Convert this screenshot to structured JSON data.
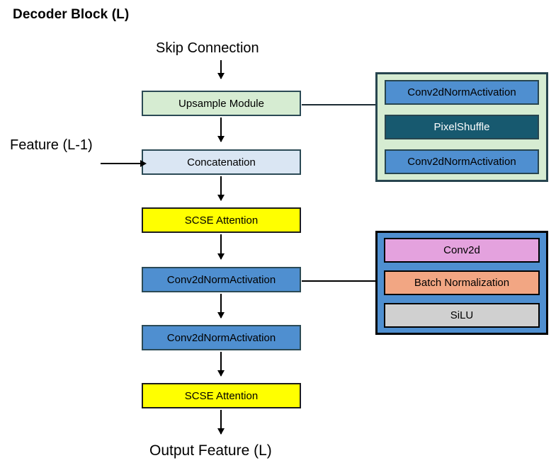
{
  "diagram": {
    "title": "Decoder Block (L)",
    "input_top_label": "Skip Connection",
    "input_side_label": "Feature (L-1)",
    "output_label": "Output Feature (L)"
  },
  "flow": {
    "boxes": [
      {
        "label": "Upsample Module",
        "color": "#d6ecd2",
        "style": "green"
      },
      {
        "label": "Concatenation",
        "color": "#dae6f3",
        "style": "lightblue"
      },
      {
        "label": "SCSE Attention",
        "color": "#ffff00",
        "style": "yellow"
      },
      {
        "label": "Conv2dNormActivation",
        "color": "#4f8fd0",
        "style": "blue"
      },
      {
        "label": "Conv2dNormActivation",
        "color": "#4f8fd0",
        "style": "blue"
      },
      {
        "label": "SCSE Attention",
        "color": "#ffff00",
        "style": "yellow"
      }
    ]
  },
  "details": {
    "upsample": {
      "panel_color": "#d6ecd2",
      "panel_border": "#27454f",
      "items": [
        {
          "label": "Conv2dNormActivation",
          "color": "#4f8fd0"
        },
        {
          "label": "PixelShuffle",
          "color": "#17596f"
        },
        {
          "label": "Conv2dNormActivation",
          "color": "#4f8fd0"
        }
      ]
    },
    "conv": {
      "panel_color": "#4f8fd0",
      "panel_border": "#000000",
      "items": [
        {
          "label": "Conv2d",
          "color": "#e4a2de"
        },
        {
          "label": "Batch Normalization",
          "color": "#f2a683"
        },
        {
          "label": "SiLU",
          "color": "#d0d0d0"
        }
      ]
    }
  }
}
